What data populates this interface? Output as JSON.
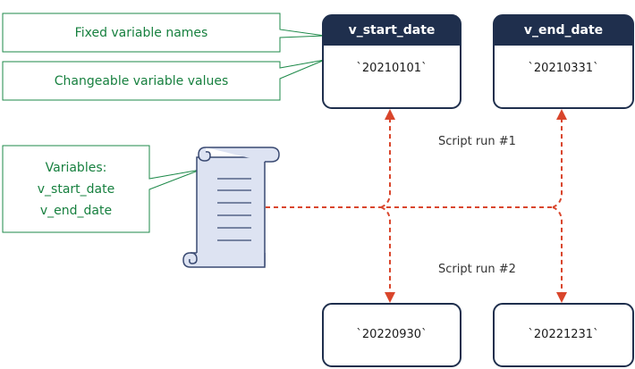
{
  "callouts": {
    "fixed_names": "Fixed variable names",
    "changeable_values": "Changeable variable values",
    "variables_title": "Variables:",
    "variables_items": [
      "v_start_date",
      "v_end_date"
    ]
  },
  "cards": {
    "start": {
      "header": "v_start_date",
      "run1_value": "`20210101`",
      "run2_value": "`20220930`"
    },
    "end": {
      "header": "v_end_date",
      "run1_value": "`20210331`",
      "run2_value": "`20221231`"
    }
  },
  "runs": {
    "run1_label": "Script run #1",
    "run2_label": "Script run #2"
  },
  "icons": {
    "script": "scroll-icon"
  },
  "colors": {
    "callout_green": "#1e8a4a",
    "card_header_navy": "#1f2f4d",
    "card_border": "#1f2f4d",
    "arrow_red": "#d9452b",
    "scroll_fill": "#dde3f2",
    "scroll_stroke": "#3a4a72"
  }
}
